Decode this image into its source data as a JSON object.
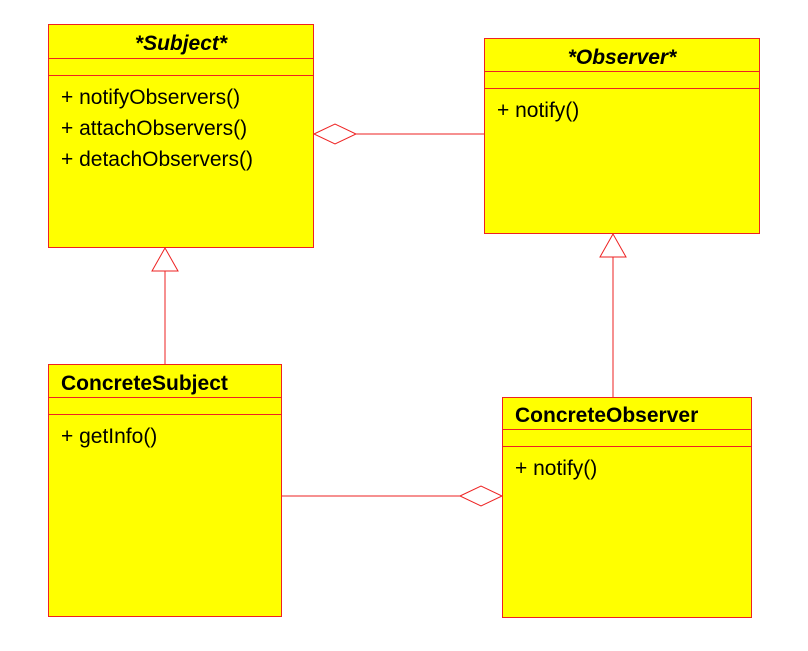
{
  "colors": {
    "fill": "#ffff00",
    "stroke": "#ee2222",
    "text": "#000000"
  },
  "classes": {
    "subject": {
      "name": "*Subject*",
      "operations": [
        "+ notifyObservers()",
        "+ attachObservers()",
        "+ detachObservers()"
      ]
    },
    "observer": {
      "name": "*Observer*",
      "operations": [
        "+ notify()"
      ]
    },
    "concrete_subject": {
      "name": "ConcreteSubject",
      "operations": [
        "+ getInfo()"
      ]
    },
    "concrete_observer": {
      "name": "ConcreteObserver",
      "operations": [
        "+ notify()"
      ]
    }
  },
  "relations": [
    {
      "type": "aggregation",
      "whole": "subject",
      "part": "observer"
    },
    {
      "type": "generalization",
      "child": "concrete_subject",
      "parent": "subject"
    },
    {
      "type": "generalization",
      "child": "concrete_observer",
      "parent": "observer"
    },
    {
      "type": "aggregation",
      "whole": "concrete_observer",
      "part": "concrete_subject"
    }
  ]
}
